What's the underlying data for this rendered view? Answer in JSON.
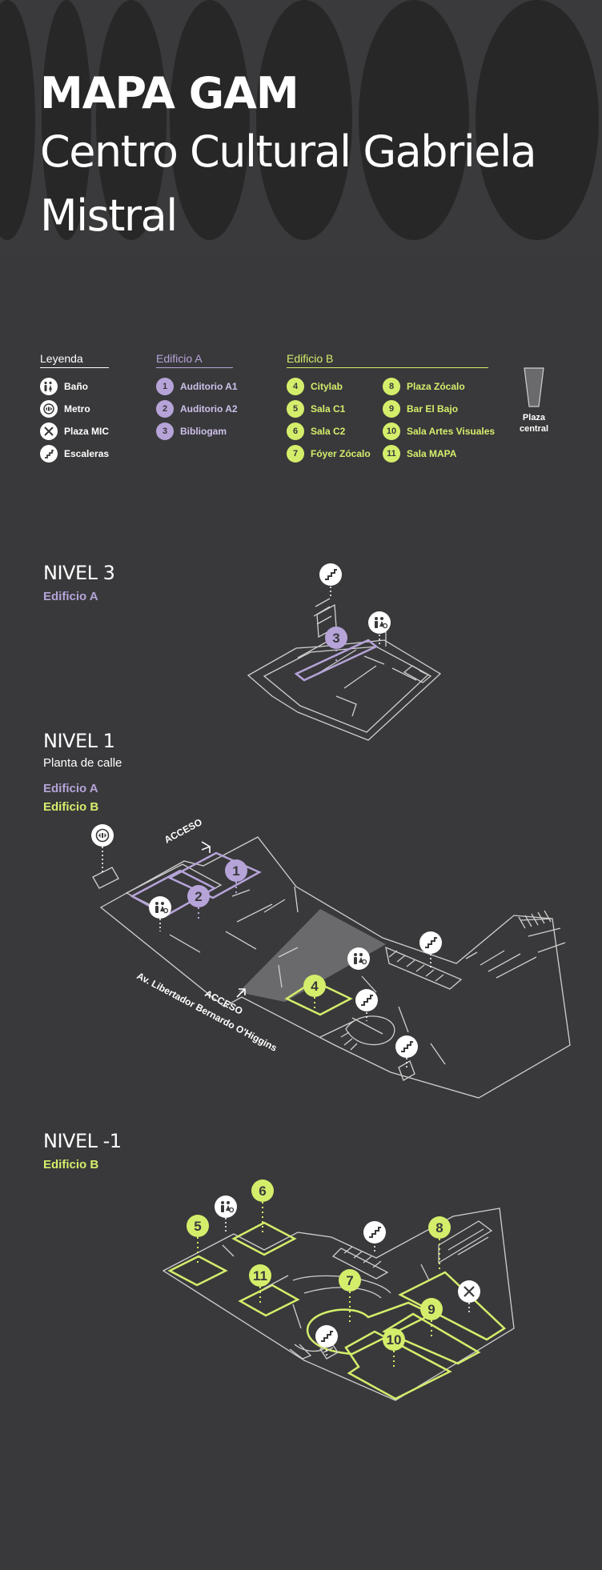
{
  "header": {
    "title_bold": "MAPA GAM",
    "title_line1": "Centro Cultural Gabriela",
    "title_line2": "Mistral"
  },
  "legend": {
    "general": {
      "heading": "Leyenda",
      "items": [
        {
          "label": "Baño",
          "icon": "restroom-icon"
        },
        {
          "label": "Metro",
          "icon": "metro-icon"
        },
        {
          "label": "Plaza MIC",
          "icon": "food-icon"
        },
        {
          "label": "Escaleras",
          "icon": "stairs-icon"
        }
      ]
    },
    "edificio_a": {
      "heading": "Edificio A",
      "items": [
        {
          "num": "1",
          "label": "Auditorio A1"
        },
        {
          "num": "2",
          "label": "Auditorio A2"
        },
        {
          "num": "3",
          "label": "Bibliogam"
        }
      ]
    },
    "edificio_b": {
      "heading": "Edificio B",
      "col1": [
        {
          "num": "4",
          "label": "Citylab"
        },
        {
          "num": "5",
          "label": "Sala C1"
        },
        {
          "num": "6",
          "label": "Sala C2"
        },
        {
          "num": "7",
          "label": "Fóyer Zócalo"
        }
      ],
      "col2": [
        {
          "num": "8",
          "label": "Plaza Zócalo"
        },
        {
          "num": "9",
          "label": "Bar El Bajo"
        },
        {
          "num": "10",
          "label": "Sala Artes Visuales"
        },
        {
          "num": "11",
          "label": "Sala MAPA"
        }
      ]
    },
    "plaza": {
      "line1": "Plaza",
      "line2": "central"
    }
  },
  "levels": {
    "n3": {
      "title": "NIVEL 3",
      "buildings": [
        "Edificio A"
      ]
    },
    "n1": {
      "title": "NIVEL 1",
      "subtitle": "Planta de calle",
      "buildings": [
        "Edificio A",
        "Edificio B"
      ]
    },
    "nm1": {
      "title": "NIVEL -1",
      "buildings": [
        "Edificio B"
      ]
    }
  },
  "map_labels": {
    "acceso": "ACCESO",
    "street": "Av. Libertador Bernardo O'Higgins"
  },
  "colors": {
    "background": "#39393b",
    "edificio_a": "#b6a4d9",
    "edificio_b": "#d4ee6b",
    "lines": "#cfcfcf"
  }
}
